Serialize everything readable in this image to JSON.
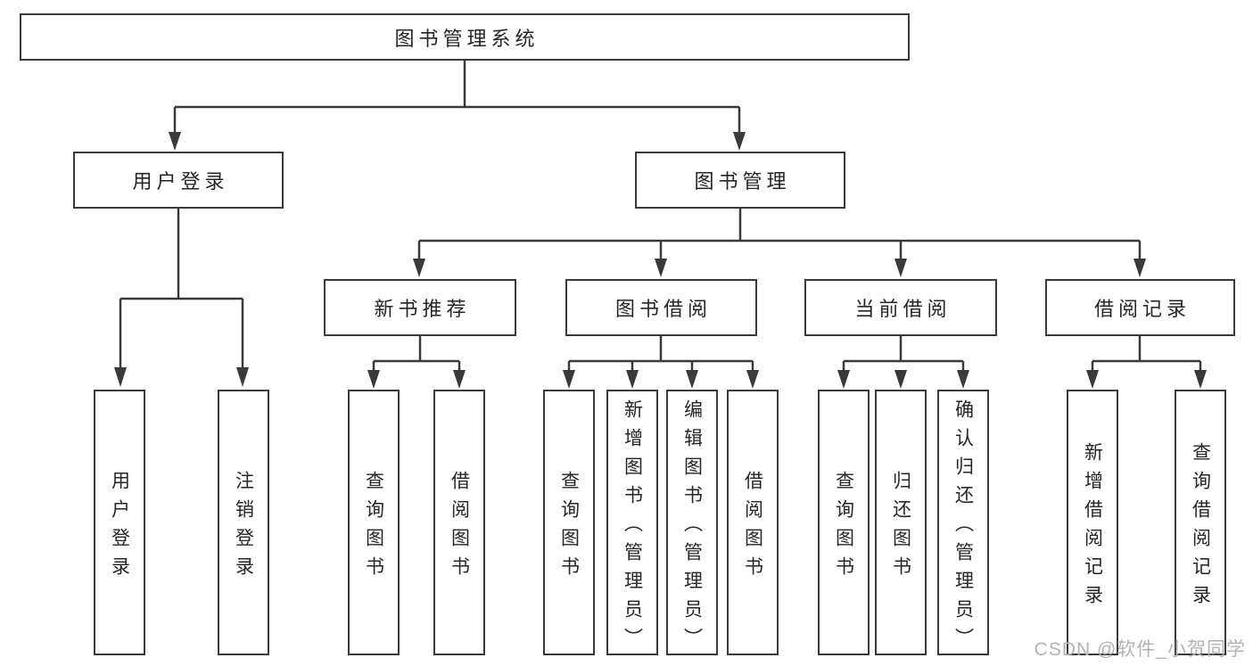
{
  "colors": {
    "line": "#3a3a3a",
    "border": "#3a3a3a",
    "text": "#262626",
    "watermark": "#b3b3b3",
    "bg": "#ffffff"
  },
  "watermark": {
    "text": "CSDN @软件_小贺同学"
  },
  "nodes": {
    "root": "图书管理系统",
    "user_login": "用户登录",
    "book_management": "图书管理",
    "new_book_recommend": "新书推荐",
    "book_borrow": "图书借阅",
    "current_borrow": "当前借阅",
    "borrow_records": "借阅记录",
    "leaf_user_login": "用户登录",
    "leaf_logout": "注销登录",
    "leaf_query_books_rec": "查询图书",
    "leaf_borrow_books_rec": "借阅图书",
    "leaf_query_books_borrow": "查询图书",
    "leaf_add_books_admin": "新增图书（管理员）",
    "leaf_edit_books_admin": "编辑图书（管理员）",
    "leaf_borrow_books_borrow": "借阅图书",
    "leaf_query_books_current": "查询图书",
    "leaf_return_books": "归还图书",
    "leaf_confirm_return_admin": "确认归还（管理员）",
    "leaf_add_borrow_record": "新增借阅记录",
    "leaf_query_borrow_record": "查询借阅记录"
  }
}
